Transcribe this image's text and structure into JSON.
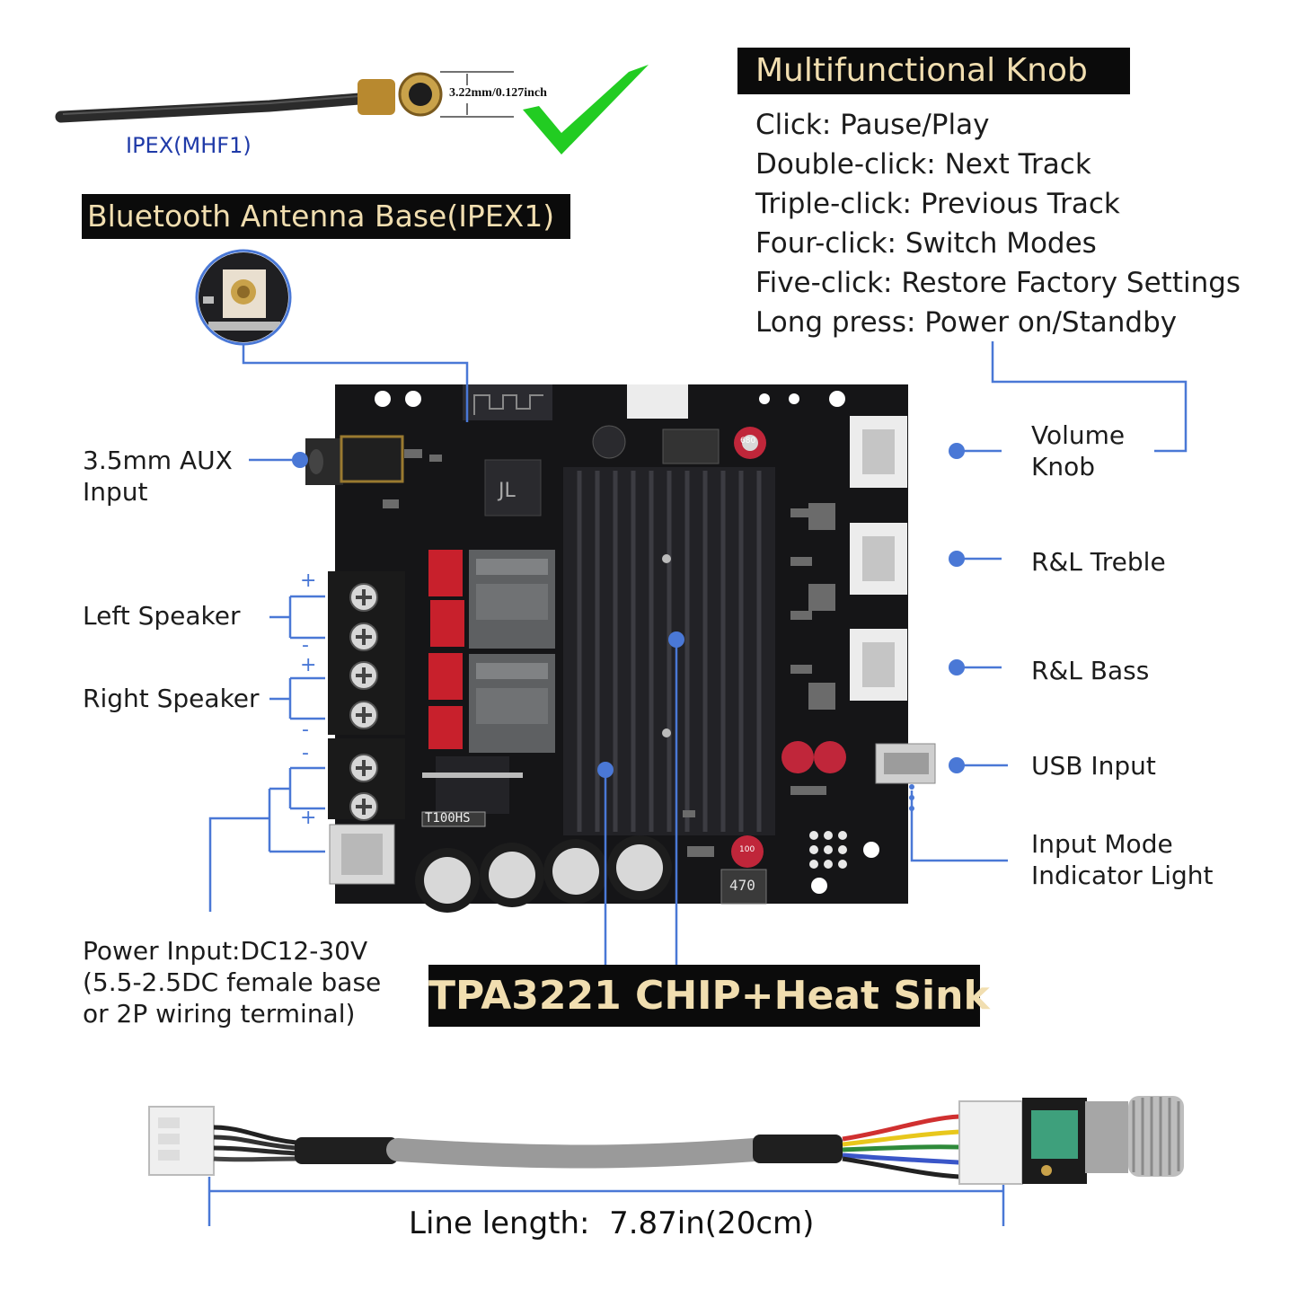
{
  "antenna": {
    "connector_label": "IPEX(MHF1)",
    "dimension": "3.22mm/0.127inch",
    "base_title": "Bluetooth Antenna Base(IPEX1)"
  },
  "knob": {
    "title": "Multifunctional Knob",
    "features": [
      "Click: Pause/Play",
      "Double-click: Next Track",
      "Triple-click: Previous Track",
      "Four-click: Switch Modes",
      "Five-click: Restore Factory Settings",
      "Long press: Power on/Standby"
    ]
  },
  "left_labels": {
    "aux": [
      "3.5mm AUX",
      "Input"
    ],
    "left_speaker": "Left Speaker",
    "right_speaker": "Right Speaker",
    "power": [
      "Power Input:DC12-30V",
      "(5.5-2.5DC female base",
      "or 2P wiring terminal)"
    ]
  },
  "right_labels": {
    "volume": [
      "Volume",
      "Knob"
    ],
    "treble": "R&L Treble",
    "bass": "R&L Bass",
    "usb": "USB Input",
    "indicator": [
      "Input Mode",
      "Indicator Light"
    ]
  },
  "board_markings": {
    "diode": "T100HS",
    "inductor": "470",
    "cap_top": "680",
    "cap_small": "100"
  },
  "terminal_signs": [
    "+",
    "-",
    "+",
    "-",
    "-",
    "+"
  ],
  "chip_title": "TPA3221 CHIP+Heat Sink",
  "cable": {
    "length": "Line length:  7.87in(20cm)"
  },
  "colors": {
    "callout_line": "#4a78d6",
    "label_bg": "#0b0b0b",
    "label_text": "#f1deb0",
    "pcb": "#151517",
    "check": "#22cc22",
    "ipex_text": "#1f3aa8"
  }
}
